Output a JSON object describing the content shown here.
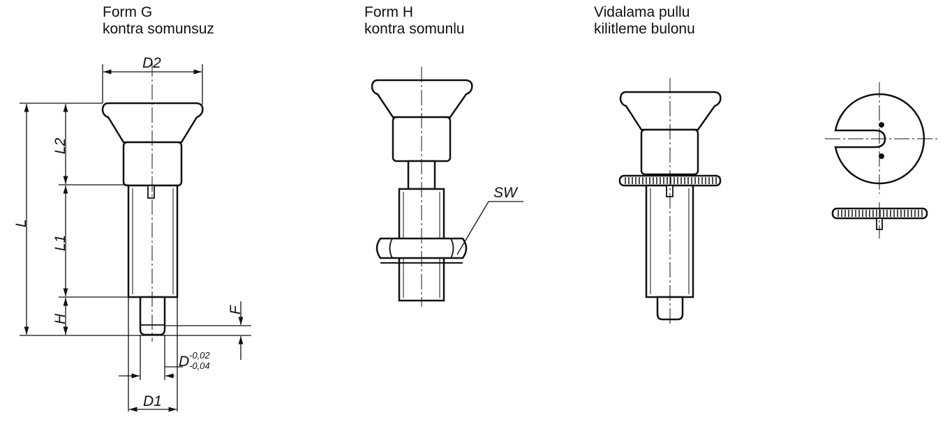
{
  "captions": {
    "form_g": {
      "line1": "Form G",
      "line2": "kontra somunsuz"
    },
    "form_h": {
      "line1": "Form H",
      "line2": "kontra somunlu"
    },
    "vidalama": {
      "line1": "Vidalama pullu",
      "line2": "kilitleme bulonu"
    }
  },
  "dimensions": {
    "D2": "D2",
    "L": "L",
    "L2": "L2",
    "L1": "L1",
    "H": "H",
    "F": "F",
    "D": "D",
    "D_upper_tol": "-0,02",
    "D_lower_tol": "-0,04",
    "D1": "D1",
    "SW": "SW"
  }
}
